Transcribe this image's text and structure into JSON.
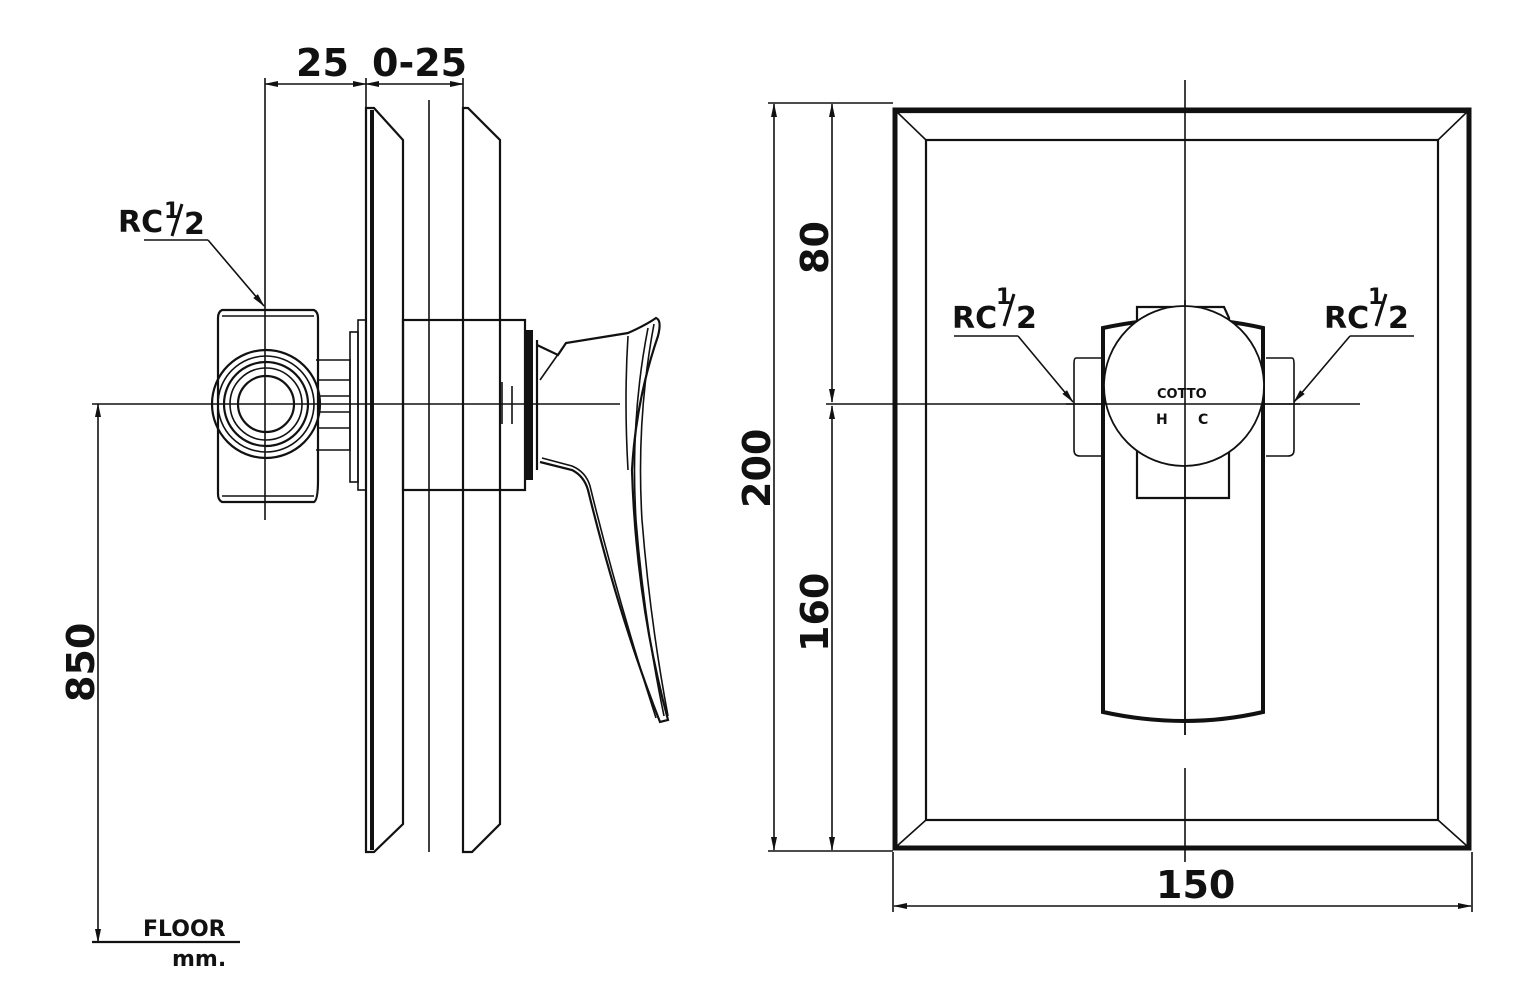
{
  "drawing": {
    "units": "mm.",
    "side_view": {
      "dim_wall_offset": "25",
      "dim_wall_range": "0-25",
      "dim_height_from_floor": "850",
      "inlet_label": {
        "main": "RC",
        "sup": "1",
        "sub": "2"
      },
      "floor_label": "FLOOR",
      "units_label": "mm."
    },
    "front_view": {
      "dim_total_height": "200",
      "dim_upper": "80",
      "dim_lower": "160",
      "dim_width": "150",
      "inlet_left_label": {
        "main": "RC",
        "sup": "1",
        "sub": "2"
      },
      "inlet_right_label": {
        "main": "RC",
        "sup": "1",
        "sub": "2"
      },
      "brand_mark": "COTTO",
      "hot_label": "H",
      "cold_label": "C"
    }
  },
  "colors": {
    "line": "#111111",
    "background": "#ffffff"
  }
}
